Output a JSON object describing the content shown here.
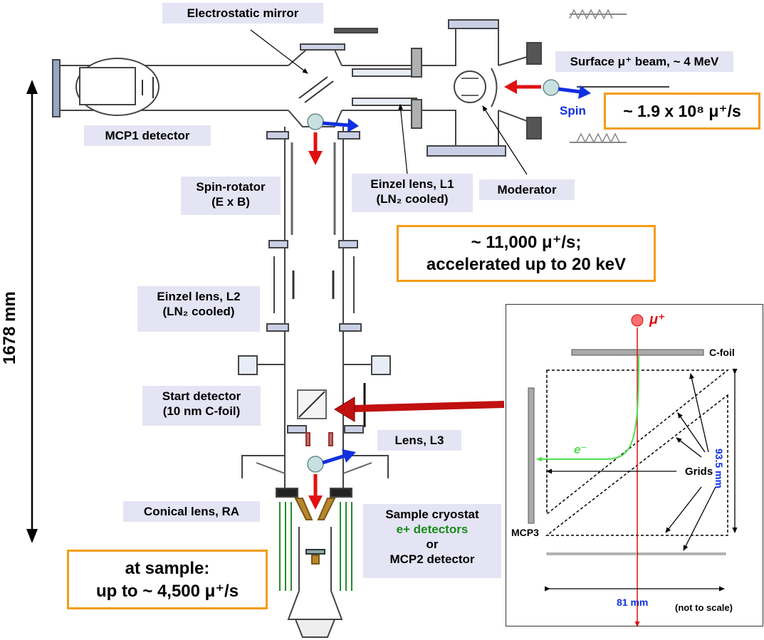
{
  "labels": {
    "electrostatic_mirror": "Electrostatic mirror",
    "surface_beam": "Surface μ⁺ beam, ~ 4 MeV",
    "spin": "Spin",
    "mcp1": "MCP1 detector",
    "einzel_l1_line1": "Einzel lens, L1",
    "einzel_l1_line2": "(LN₂ cooled)",
    "moderator": "Moderator",
    "spin_rotator_line1": "Spin-rotator",
    "spin_rotator_line2": "(E x B)",
    "einzel_l2_line1": "Einzel lens, L2",
    "einzel_l2_line2": "(LN₂ cooled)",
    "start_det_line1": "Start detector",
    "start_det_line2": "(10 nm C-foil)",
    "lens_l3": "Lens, L3",
    "conical_lens": "Conical lens, RA",
    "sample_line1": "Sample cryostat",
    "sample_line2": "e+ detectors",
    "sample_line3": "or",
    "sample_line4": "MCP2 detector"
  },
  "rates": {
    "beam_rate": "~ 1.9 x 10⁸ μ⁺/s",
    "accel_line1": "~ 11,000 μ⁺/s;",
    "accel_line2": "accelerated up to 20 keV",
    "sample_line1": "at sample:",
    "sample_line2": "up to ~ 4,500 μ⁺/s"
  },
  "dimension": "1678 mm",
  "inset": {
    "mu": "μ⁺",
    "cfoil": "C-foil",
    "electron": "e⁻",
    "grids": "Grids",
    "mcp3": "MCP3",
    "height": "93.5 mm",
    "width": "81 mm",
    "note": "(not to scale)"
  },
  "colors": {
    "orange": "#f39c12",
    "label_bg": "#e4e4f4",
    "spin_arrow": "#1030e0",
    "beam_arrow": "#e01010",
    "electron": "#4de04d",
    "green_text": "#1a8a1a"
  }
}
